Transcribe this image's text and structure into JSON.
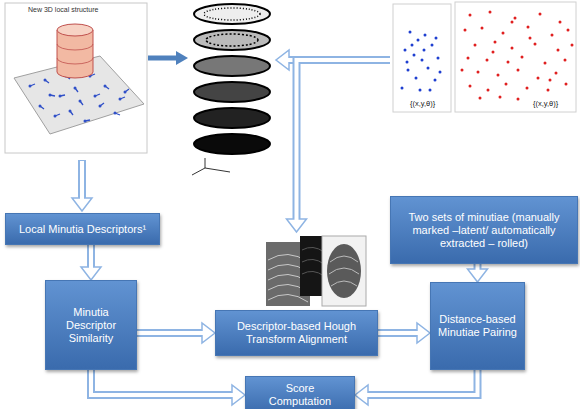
{
  "diagram": {
    "nodes": [
      {
        "text": [
          "Local Minutia Descriptors¹"
        ]
      },
      {
        "text": [
          "Two sets of minutiae (manually marked –latent/ automatically extracted – rolled)"
        ]
      },
      {
        "text": [
          "Minutia Descriptor Similarity"
        ]
      },
      {
        "text": [
          "Descriptor-based Hough Transform Alignment"
        ]
      },
      {
        "text": [
          "Distance-based Minutiae Pairing"
        ]
      },
      {
        "text": [
          "Score Computation"
        ]
      }
    ],
    "edges": [
      {
        "from": 0,
        "to": 2,
        "arrow": "to"
      },
      {
        "from": 1,
        "to": 3,
        "arrow": "to"
      },
      {
        "from": 1,
        "to": 4,
        "arrow": "to"
      },
      {
        "from": 2,
        "to": 3,
        "arrow": "to"
      },
      {
        "from": 3,
        "to": 4,
        "arrow": "to"
      },
      {
        "from": 2,
        "to": 5,
        "arrow": "to"
      },
      {
        "from": 4,
        "to": 5,
        "arrow": "to"
      }
    ],
    "labels": [
      "New 3D local structure",
      "{(x,y,θ)}",
      "{(x,y,θ)}"
    ]
  }
}
